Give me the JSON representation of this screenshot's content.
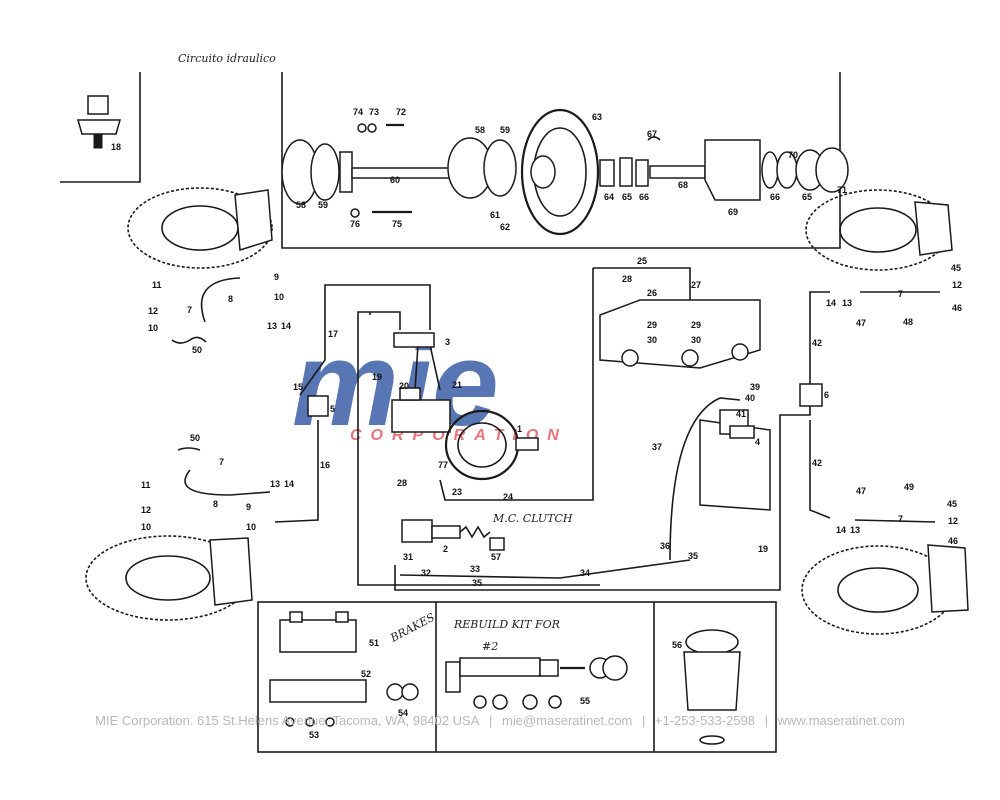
{
  "header_note": "Circuito idraulico",
  "watermark": {
    "logo": "mie",
    "sub": "CORPORATION",
    "color": "#3b5ea8",
    "accent": "#d8262c"
  },
  "handwritten": {
    "clutch": "M.C. CLUTCH",
    "brakes": "BRAKES",
    "rebuild": "REBUILD KIT FOR",
    "rebuild_num": "#2"
  },
  "footer": {
    "company": "MIE Corporation. 615 St.Helens Avenue, Tacoma, WA, 98402 USA",
    "email": "mie@maseratinet.com",
    "phone": "+1-253-533-2598",
    "web": "www.maseratinet.com",
    "sep": "|"
  },
  "labels": {
    "l1": "1",
    "l2": "2",
    "l3": "3",
    "l4": "4",
    "l5": "5",
    "l6": "6",
    "l7": "7",
    "l8": "8",
    "l9": "9",
    "l10": "10",
    "l11": "11",
    "l12": "12",
    "l13": "13",
    "l14": "14",
    "l15": "15",
    "l16": "16",
    "l17": "17",
    "l18": "18",
    "l19": "19",
    "l20": "20",
    "l21": "21",
    "l23": "23",
    "l24": "24",
    "l25": "25",
    "l26": "26",
    "l27": "27",
    "l28": "28",
    "l29": "29",
    "l30": "30",
    "l31": "31",
    "l32": "32",
    "l33": "33",
    "l34": "34",
    "l35": "35",
    "l36": "36",
    "l37": "37",
    "l39": "39",
    "l40": "40",
    "l41": "41",
    "l42": "42",
    "l45": "45",
    "l46": "46",
    "l47": "47",
    "l48": "48",
    "l49": "49",
    "l50": "50",
    "l51": "51",
    "l52": "52",
    "l53": "53",
    "l54": "54",
    "l55": "55",
    "l56": "56",
    "l57": "57",
    "l58": "58",
    "l59": "59",
    "l60": "60",
    "l61": "61",
    "l62": "62",
    "l63": "63",
    "l64": "64",
    "l65": "65",
    "l66": "66",
    "l67": "67",
    "l68": "68",
    "l69": "69",
    "l70": "70",
    "l71": "71",
    "l72": "72",
    "l73": "73",
    "l74": "74",
    "l75": "75",
    "l76": "76",
    "l77": "77"
  }
}
